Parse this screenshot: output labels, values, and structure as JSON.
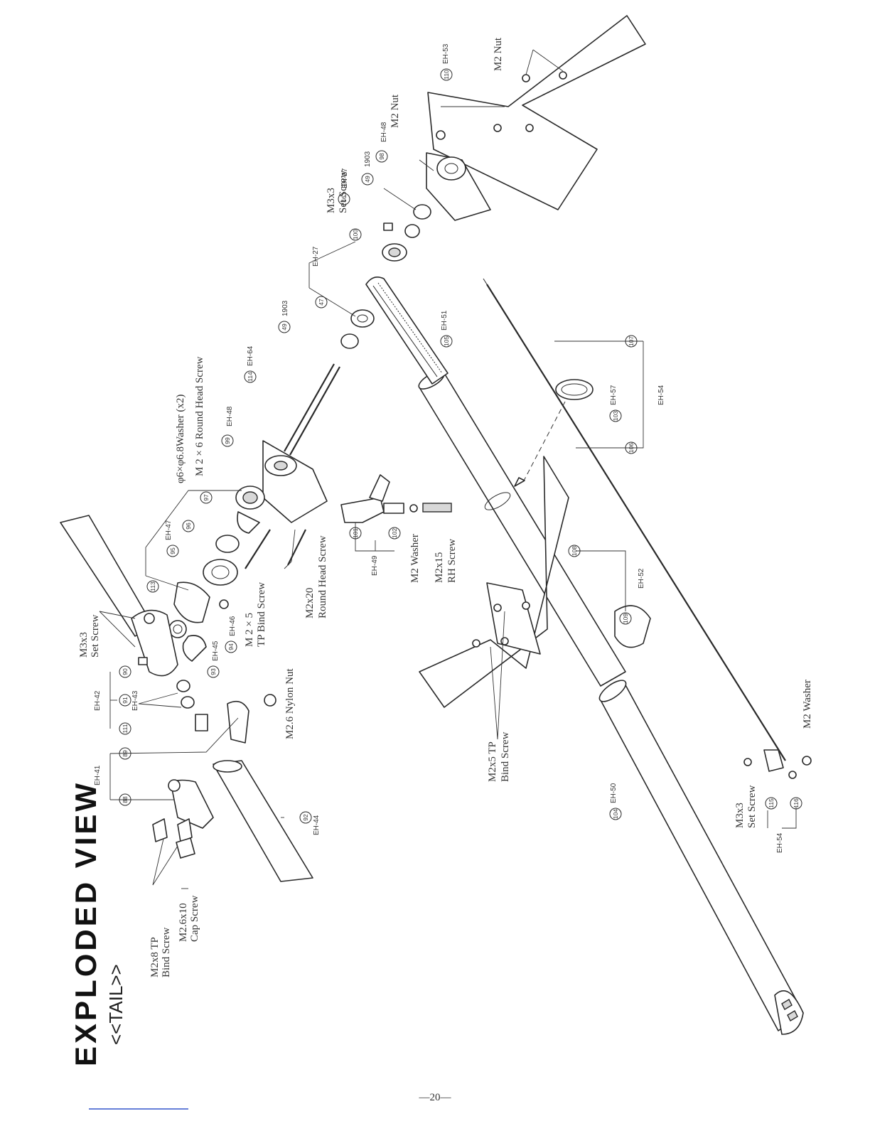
{
  "title": "EXPLODED VIEW",
  "subtitle": "<<TAIL>>",
  "page_number": "—20—",
  "callouts": [
    {
      "id": "c88",
      "text": "88"
    },
    {
      "id": "c89",
      "text": "89"
    },
    {
      "id": "c90",
      "text": "90"
    },
    {
      "id": "c91",
      "text": "91"
    },
    {
      "id": "c92",
      "text": "92"
    },
    {
      "id": "c93",
      "text": "93"
    },
    {
      "id": "c94",
      "text": "94"
    },
    {
      "id": "c95a",
      "text": "95"
    },
    {
      "id": "c96",
      "text": "96"
    },
    {
      "id": "c97",
      "text": "97"
    },
    {
      "id": "c98",
      "text": "98"
    },
    {
      "id": "c99",
      "text": "99"
    },
    {
      "id": "c101",
      "text": "101"
    },
    {
      "id": "c102",
      "text": "102"
    },
    {
      "id": "c104",
      "text": "104"
    },
    {
      "id": "c105",
      "text": "105"
    },
    {
      "id": "c106",
      "text": "106"
    },
    {
      "id": "c107",
      "text": "107"
    },
    {
      "id": "c108",
      "text": "108"
    },
    {
      "id": "c109",
      "text": "109"
    },
    {
      "id": "c110",
      "text": "110"
    },
    {
      "id": "c111",
      "text": "111"
    },
    {
      "id": "c113",
      "text": "113"
    },
    {
      "id": "c114",
      "text": "114"
    },
    {
      "id": "c115",
      "text": "115"
    },
    {
      "id": "c116",
      "text": "116"
    },
    {
      "id": "c103",
      "text": "103"
    },
    {
      "id": "c47",
      "text": "47"
    },
    {
      "id": "c49a",
      "text": "49"
    },
    {
      "id": "c49b",
      "text": "49"
    },
    {
      "id": "c46",
      "text": "46"
    },
    {
      "id": "c100",
      "text": "100"
    }
  ],
  "part_codes": {
    "eh41": "EH-41",
    "eh42": "EH-42",
    "eh43": "EH-43",
    "eh44": "EH-44",
    "eh45": "EH-45",
    "eh46": "EH-46",
    "eh47": "EH-47",
    "eh48a": "EH-48",
    "eh48b": "EH-48",
    "eh49": "EH-49",
    "eh50": "EH-50",
    "eh51": "EH-51",
    "eh52": "EH-52",
    "eh53": "EH-53",
    "eh54a": "EH-54",
    "eh54b": "EH-54",
    "eh57": "EH-57",
    "eh64": "EH-64",
    "eh27a": "EH-27",
    "eh27b": "EH-27",
    "b1903a": "1903",
    "b1903b": "1903"
  },
  "labels": {
    "m2x8_tp_1": "M2x8 TP",
    "m2x8_tp_2": "Bind Screw",
    "m26x10_1": "M2.6x10",
    "m26x10_2": "Cap Screw",
    "m3x3_a1": "M3x3",
    "m3x3_a2": "Set Screw",
    "m26_nylon": "M2.6 Nylon Nut",
    "m2x5_tp_a1": "M 2 × 5",
    "m2x5_tp_a2": "TP Bind Screw",
    "m2x20_1": "M2x20",
    "m2x20_2": "Round Head Screw",
    "washer68": "φ6×φ6.8Washer (x2)",
    "m2x6_rhs": "M 2 × 6  Round Head Screw",
    "m2_washer_a": "M2 Washer",
    "m2x15_1": "M2x15",
    "m2x15_2": "RH Screw",
    "m2x5_tp_b1": "M2x5  TP",
    "m2x5_tp_b2": "Bind Screw",
    "m3x3_b1": "M3x3",
    "m3x3_b2": "Set Screw",
    "m2_washer_b": "M2 Washer",
    "m3x3_c1": "M3x3",
    "m3x3_c2": "Set Screw",
    "m2_nut_a": "M2 Nut",
    "m2_nut_b": "M2 Nut"
  }
}
